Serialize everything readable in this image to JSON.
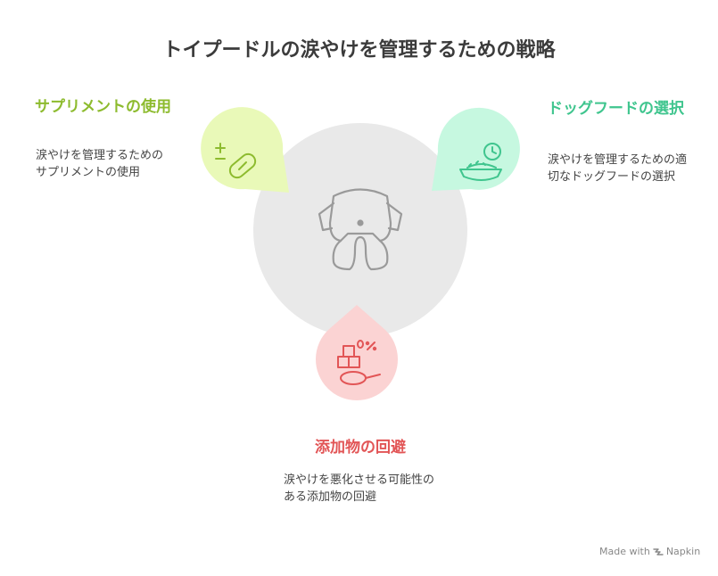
{
  "title": "トイプードルの涙やけを管理するための戦略",
  "blocks": {
    "supplement": {
      "title": "サプリメントの使用",
      "description": "涙やけを管理するためのサプリメントの使用"
    },
    "dogfood": {
      "title": "ドッグフードの選択",
      "description": "涙やけを管理するための適切なドッグフードの選択"
    },
    "additives": {
      "title": "添加物の回避",
      "description": "涙やけを悪化させる可能性のある添加物の回避"
    }
  },
  "colors": {
    "supplement": "#8dbb2e",
    "supplement_bg": "#e9f9b8",
    "dogfood": "#3fc58e",
    "dogfood_bg": "#c6f8e0",
    "additives": "#e25556",
    "additives_bg": "#fbd3d3",
    "center": "#e9e9e9"
  },
  "footer": {
    "made_with": "Made with",
    "brand": "Napkin"
  }
}
